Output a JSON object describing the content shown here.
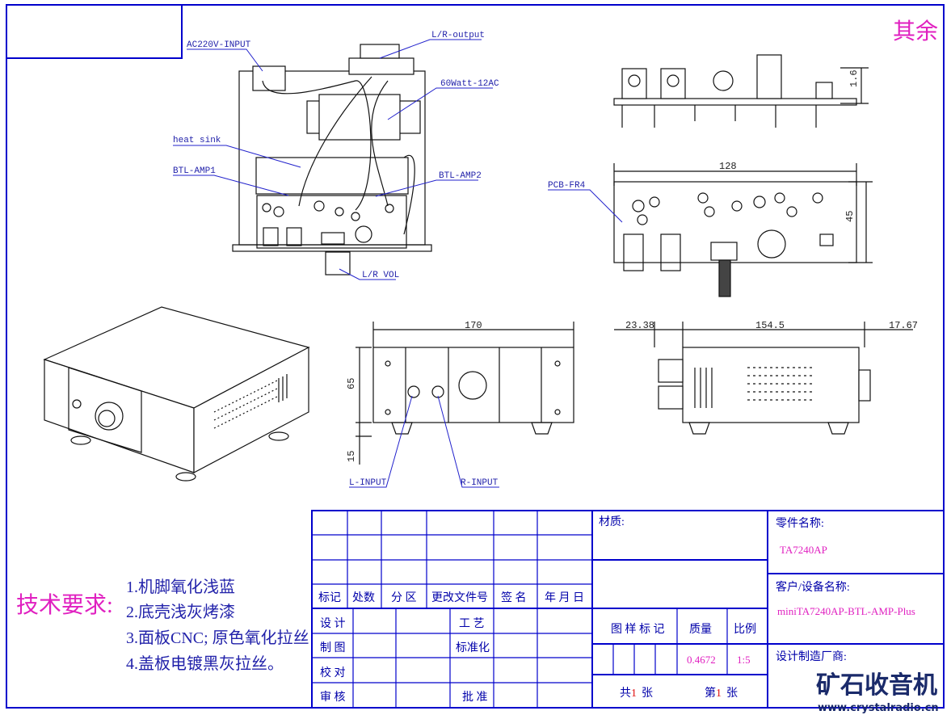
{
  "corner_note": "其余",
  "drawing_labels": {
    "ac_input": "AC220V-INPUT",
    "lr_output": "L/R-output",
    "transformer": "60Watt-12AC",
    "heat_sink": "heat  sink",
    "btl_amp1": "BTL-AMP1",
    "btl_amp2": "BTL-AMP2",
    "lr_vol": "L/R VOL",
    "pcb": "PCB-FR4",
    "l_input": "L-INPUT",
    "r_input": "R-INPUT"
  },
  "dimensions": {
    "pcb_height_side": "1.6",
    "pcb_width": "128",
    "pcb_depth": "45",
    "front_width": "170",
    "front_height": "65",
    "foot_height": "15",
    "side_left": "23.38",
    "side_body": "154.5",
    "side_right": "17.67"
  },
  "tech_requirements": {
    "title": "技术要求:",
    "items": [
      "1.机脚氧化浅蓝",
      "2.底壳浅灰烤漆",
      "3.面板CNC; 原色氧化拉丝",
      "4.盖板电镀黑灰拉丝。"
    ]
  },
  "title_block": {
    "revision_headers": [
      "标记",
      "处数",
      "分 区",
      "更改文件号",
      "签 名",
      "年 月 日"
    ],
    "roles": [
      "设 计",
      "制 图",
      "校 对",
      "审 核"
    ],
    "roles2": [
      "工 艺",
      "标准化",
      "",
      "批 准"
    ],
    "material_label": "材质:",
    "drawing_mark_label": "图 样 标 记",
    "mass_label": "质量",
    "scale_label": "比例",
    "mass_value": "0.4672",
    "scale_value": "1:5",
    "sheets_total_prefix": "共",
    "sheets_total": "1",
    "sheets_suffix": "张",
    "sheet_no_prefix": "第",
    "sheet_no": "1",
    "part_name_label": "零件名称:",
    "part_name": "TA7240AP",
    "customer_label": "客户/设备名称:",
    "customer": "miniTA7240AP-BTL-AMP-Plus",
    "manufacturer_label": "设计制造厂商:"
  },
  "watermark": {
    "logo": "矿石收音机",
    "url": "www.crystalradio.cn"
  }
}
